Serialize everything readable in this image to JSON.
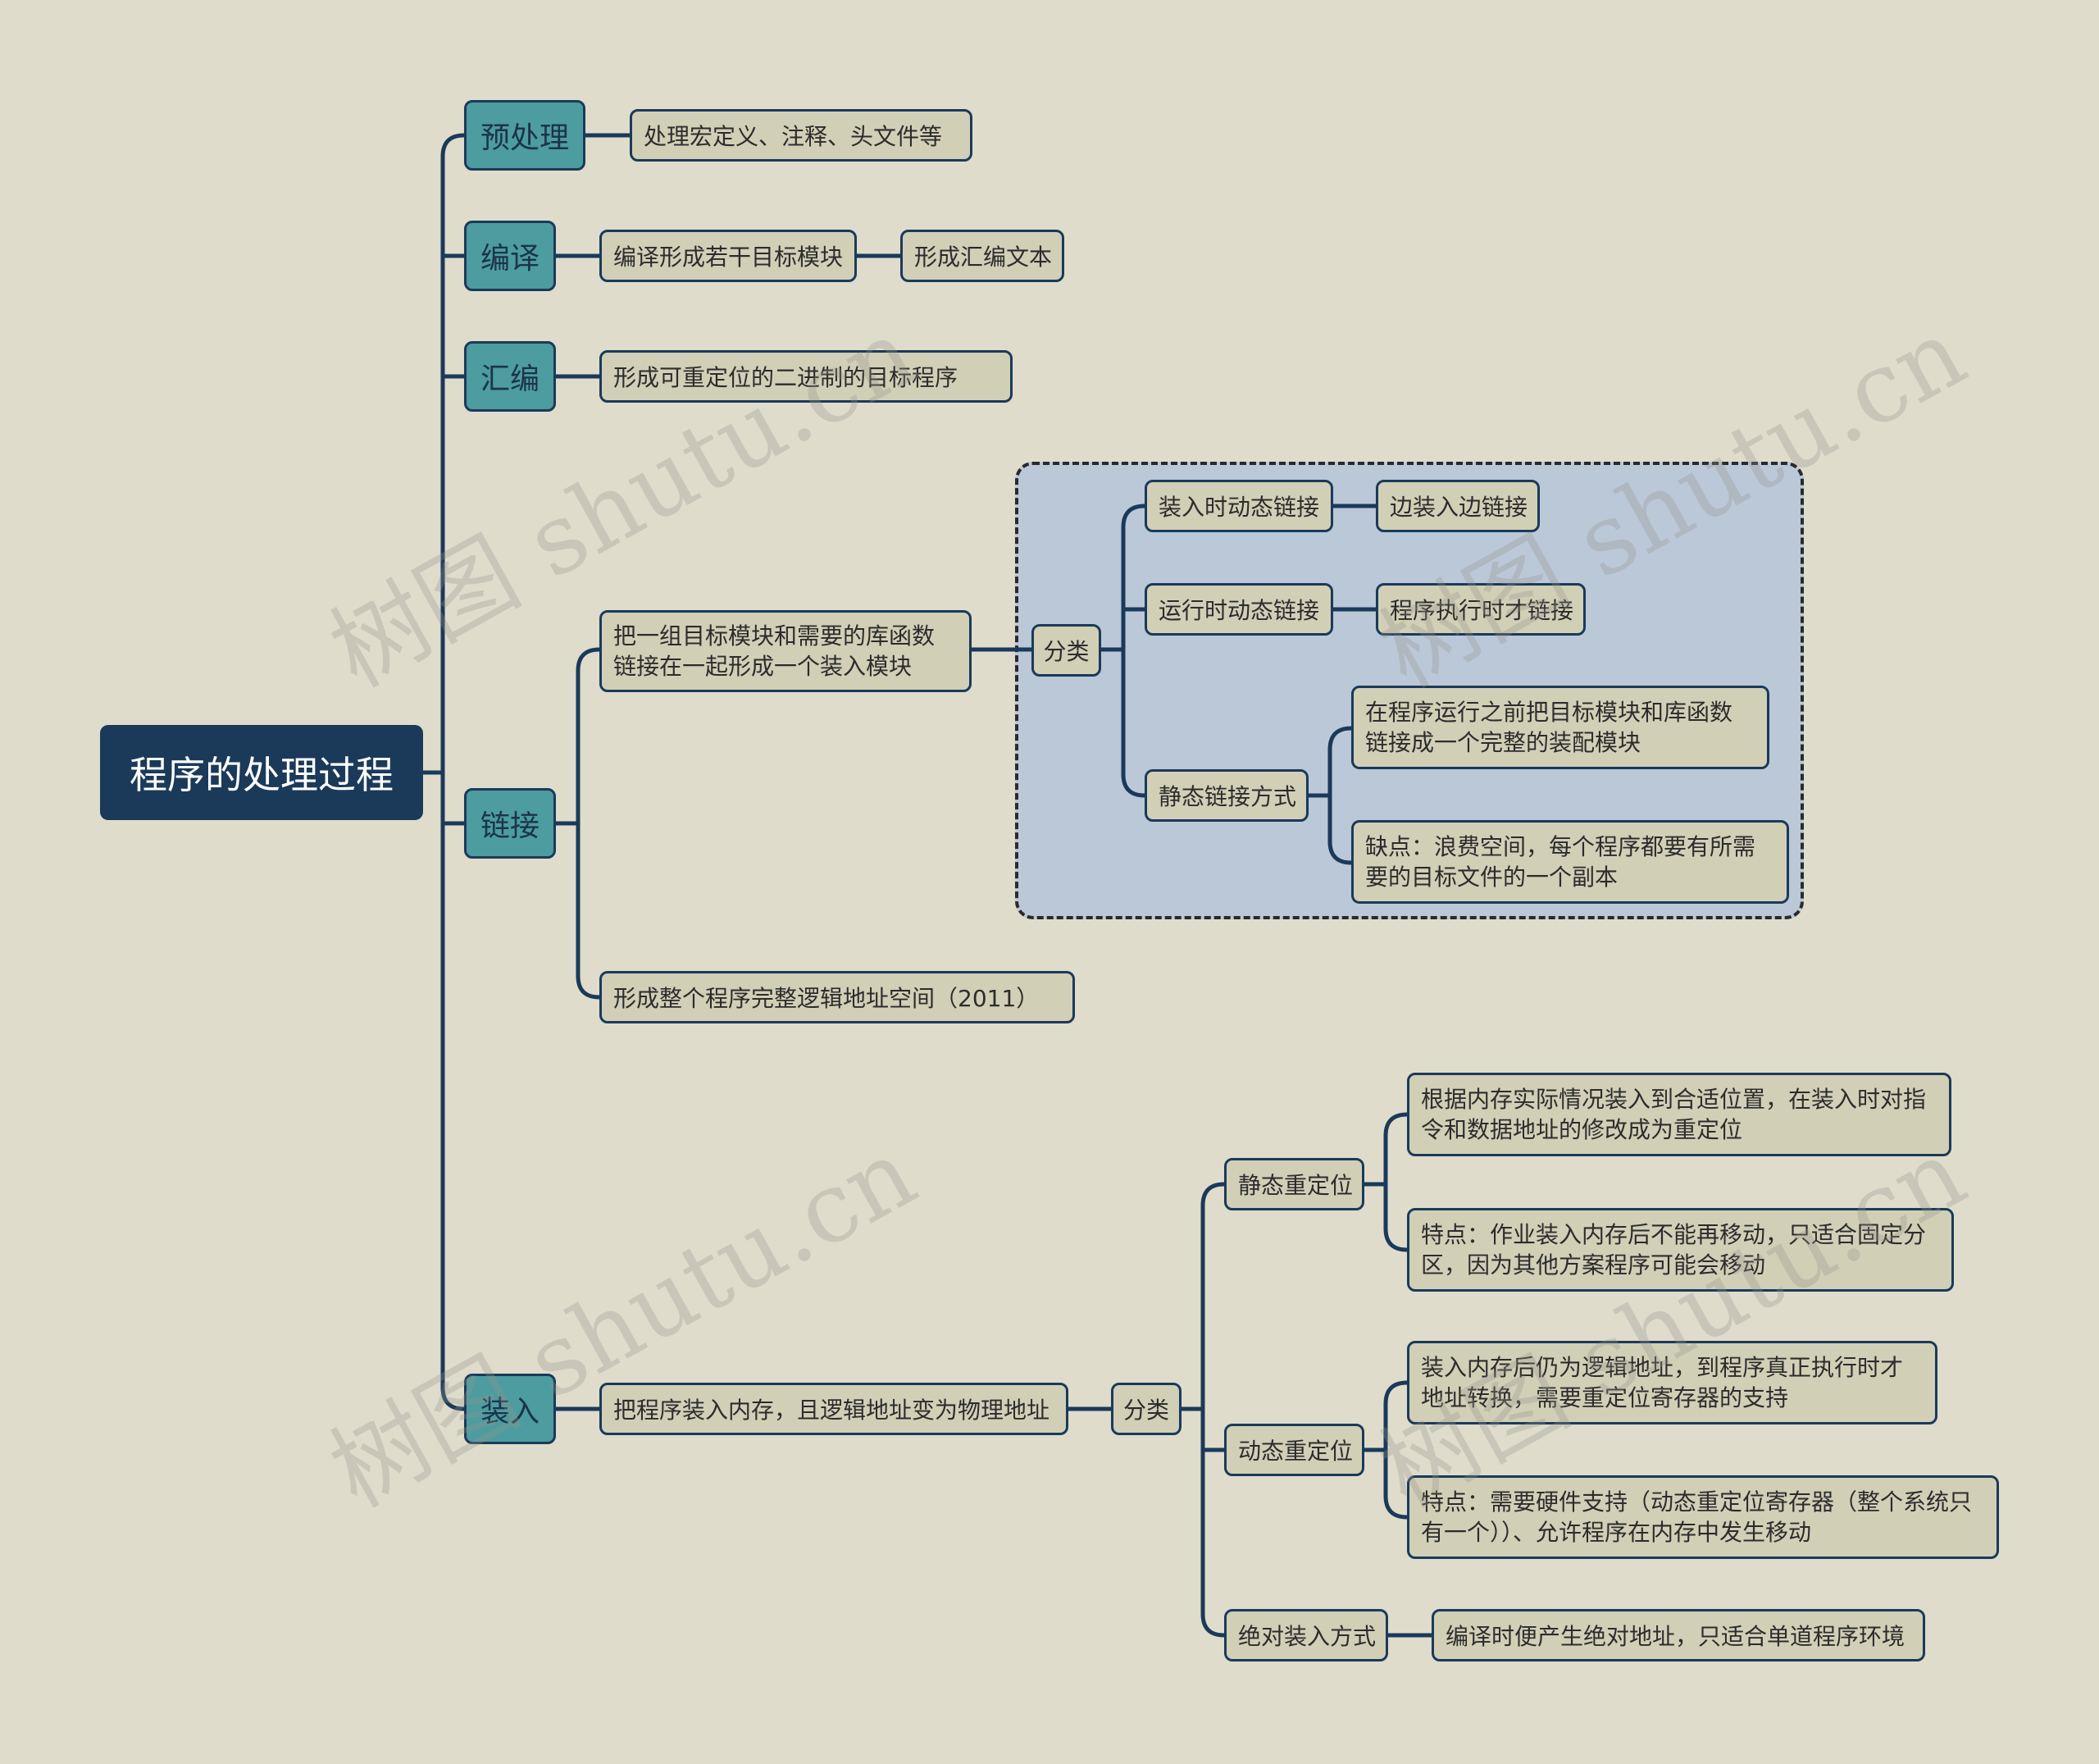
{
  "root": {
    "label": "程序的处理过程"
  },
  "branches": {
    "preprocess": {
      "label": "预处理",
      "desc": "处理宏定义、注释、头文件等"
    },
    "compile": {
      "label": "编译",
      "desc": "编译形成若干目标模块",
      "sub": "形成汇编文本"
    },
    "assemble": {
      "label": "汇编",
      "desc": "形成可重定位的二进制的目标程序"
    },
    "link": {
      "label": "链接",
      "desc": "把一组目标模块和需要的库函数链接在一起形成一个装入模块",
      "category": "分类",
      "load_time": "装入时动态链接",
      "load_time_desc": "边装入边链接",
      "run_time": "运行时动态链接",
      "run_time_desc": "程序执行时才链接",
      "static": "静态链接方式",
      "static_desc": "在程序运行之前把目标模块和库函数链接成一个完整的装配模块",
      "static_con": "缺点：浪费空间，每个程序都要有所需要的目标文件的一个副本",
      "address_space": "形成整个程序完整逻辑地址空间（2011）"
    },
    "load": {
      "label": "装入",
      "desc": "把程序装入内存，且逻辑地址变为物理地址",
      "category": "分类",
      "static_reloc": "静态重定位",
      "static_reloc_desc": "根据内存实际情况装入到合适位置，在装入时对指令和数据地址的修改成为重定位",
      "static_reloc_feature": "特点：作业装入内存后不能再移动，只适合固定分区，因为其他方案程序可能会移动",
      "dynamic_reloc": "动态重定位",
      "dynamic_reloc_desc": "装入内存后仍为逻辑地址，到程序真正执行时才地址转换，需要重定位寄存器的支持",
      "dynamic_reloc_feature": "特点：需要硬件支持（动态重定位寄存器（整个系统只有一个））、允许程序在内存中发生移动",
      "absolute": "绝对装入方式",
      "absolute_desc": "编译时便产生绝对地址，只适合单道程序环境"
    }
  },
  "watermark": "树图 shutu.cn",
  "colors": {
    "background": "#dfdccc",
    "root": "#1b3a5a",
    "branch": "#4c9ca0",
    "leaf": "#d2cfb7",
    "group": "#bac8d8",
    "line": "#1b3a5a"
  }
}
